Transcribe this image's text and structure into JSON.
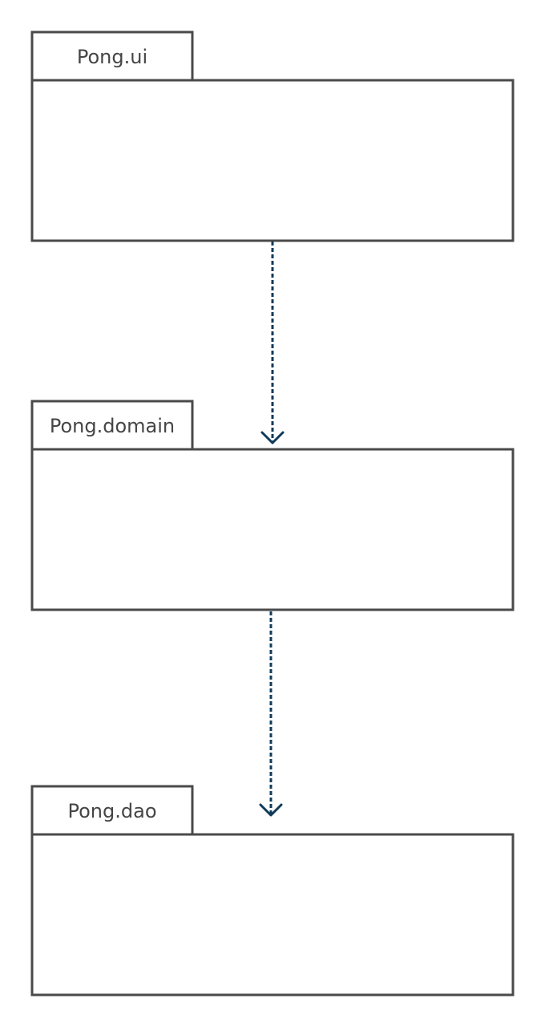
{
  "diagram": {
    "type": "package-diagram",
    "colors": {
      "package_stroke": "#4a4a4a",
      "package_fill": "#ffffff",
      "label_text": "#454545",
      "dependency": "#0f3a5a"
    },
    "packages": [
      {
        "id": "ui",
        "label": "Pong.ui"
      },
      {
        "id": "domain",
        "label": "Pong.domain"
      },
      {
        "id": "dao",
        "label": "Pong.dao"
      }
    ],
    "dependencies": [
      {
        "from": "ui",
        "to": "domain",
        "style": "dashed-open-arrow"
      },
      {
        "from": "domain",
        "to": "dao",
        "style": "dashed-open-arrow"
      }
    ]
  }
}
